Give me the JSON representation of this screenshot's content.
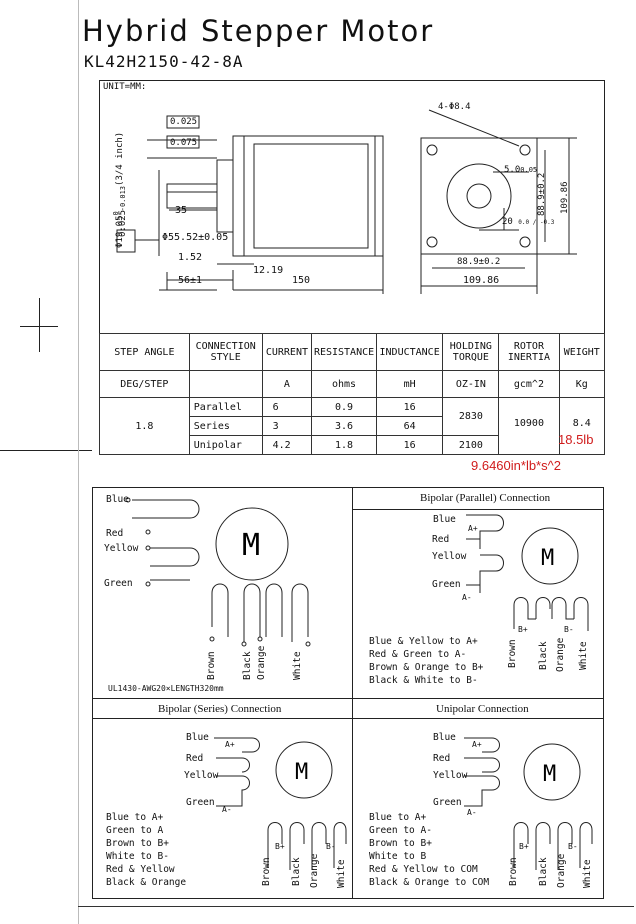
{
  "header": {
    "title": "Hybrid Stepper Motor",
    "model": "KL42H2150-42-8A"
  },
  "drawing": {
    "unit": "UNIT=MM:",
    "dims": {
      "hole": "4-Φ8.4",
      "shaft": "Φ19.05",
      "shaft_tol_top": "0",
      "shaft_tol_bot": "-0.013",
      "shaft_note": "(3/4 inch)",
      "pilot": "Φ55.52±0.05",
      "d35": "35",
      "d152": "1.52",
      "d56": "56±1",
      "d1219": "12.19",
      "d150": "150",
      "flat": "5.0",
      "flat_tol": "0.05",
      "d20": "20",
      "d20_tol": "0.0 / -0.3",
      "d889v": "88.9±0.2",
      "d10986v": "109.86",
      "d889h": "88.9±0.2",
      "d10986h": "109.86",
      "tol1": "0.025",
      "tol2": "0.075",
      "tol3": "0.025"
    }
  },
  "spec_table": {
    "headers": [
      "STEP ANGLE",
      "CONNECTION STYLE",
      "CURRENT",
      "RESISTANCE",
      "INDUCTANCE",
      "HOLDING TORQUE",
      "ROTOR INERTIA",
      "WEIGHT"
    ],
    "units": [
      "DEG/STEP",
      "",
      "A",
      "ohms",
      "mH",
      "OZ-IN",
      "gcm^2",
      "Kg"
    ],
    "step_angle": "1.8",
    "rotor_inertia": "10900",
    "weight": "8.4",
    "rows": [
      {
        "style": "Parallel",
        "current": "6",
        "resistance": "0.9",
        "inductance": "16",
        "torque": "2830"
      },
      {
        "style": "Series",
        "current": "3",
        "resistance": "3.6",
        "inductance": "64",
        "torque": ""
      },
      {
        "style": "Unipolar",
        "current": "4.2",
        "resistance": "1.8",
        "inductance": "16",
        "torque": "2100"
      }
    ]
  },
  "annotations": {
    "weight_lb": "18.5lb",
    "inertia_imperial": "9.6460in*lb*s^2"
  },
  "wiring": {
    "main": {
      "wires": [
        "Blue",
        "Red",
        "Yellow",
        "Green"
      ],
      "bottom": [
        "Brown",
        "Black",
        "Orange",
        "White"
      ],
      "motor": "M",
      "cable": "UL1430-AWG20×LENGTH320mm"
    },
    "parallel": {
      "caption": "Bipolar (Parallel) Connection",
      "wires": [
        "Blue",
        "Red",
        "Yellow",
        "Green"
      ],
      "bottom": [
        "Brown",
        "Black",
        "Orange",
        "White"
      ],
      "phase": [
        "A+",
        "A-",
        "B+",
        "B-"
      ],
      "motor": "M",
      "lines": [
        "Blue & Yellow to A+",
        "Red & Green to A-",
        "Brown & Orange to B+",
        "Black & White to B-"
      ]
    },
    "series": {
      "caption": "Bipolar (Series) Connection",
      "wires": [
        "Blue",
        "Red",
        "Yellow",
        "Green"
      ],
      "bottom": [
        "Brown",
        "Black",
        "Orange",
        "White"
      ],
      "phase": [
        "A+",
        "A-",
        "B+",
        "B-"
      ],
      "motor": "M",
      "lines": [
        "Blue to A+",
        "Green to A",
        "Brown to B+",
        "White to B-",
        "Red & Yellow",
        "Black & Orange"
      ]
    },
    "unipolar": {
      "caption": "Unipolar Connection",
      "wires": [
        "Blue",
        "Red",
        "Yellow",
        "Green"
      ],
      "bottom": [
        "Brown",
        "Black",
        "Orange",
        "White"
      ],
      "phase": [
        "A+",
        "A-",
        "B+",
        "B-"
      ],
      "motor": "M",
      "lines": [
        "Blue to A+",
        "Green to A-",
        "Brown to B+",
        "White to B",
        "Red & Yellow to COM",
        "Black & Orange to COM"
      ]
    }
  }
}
